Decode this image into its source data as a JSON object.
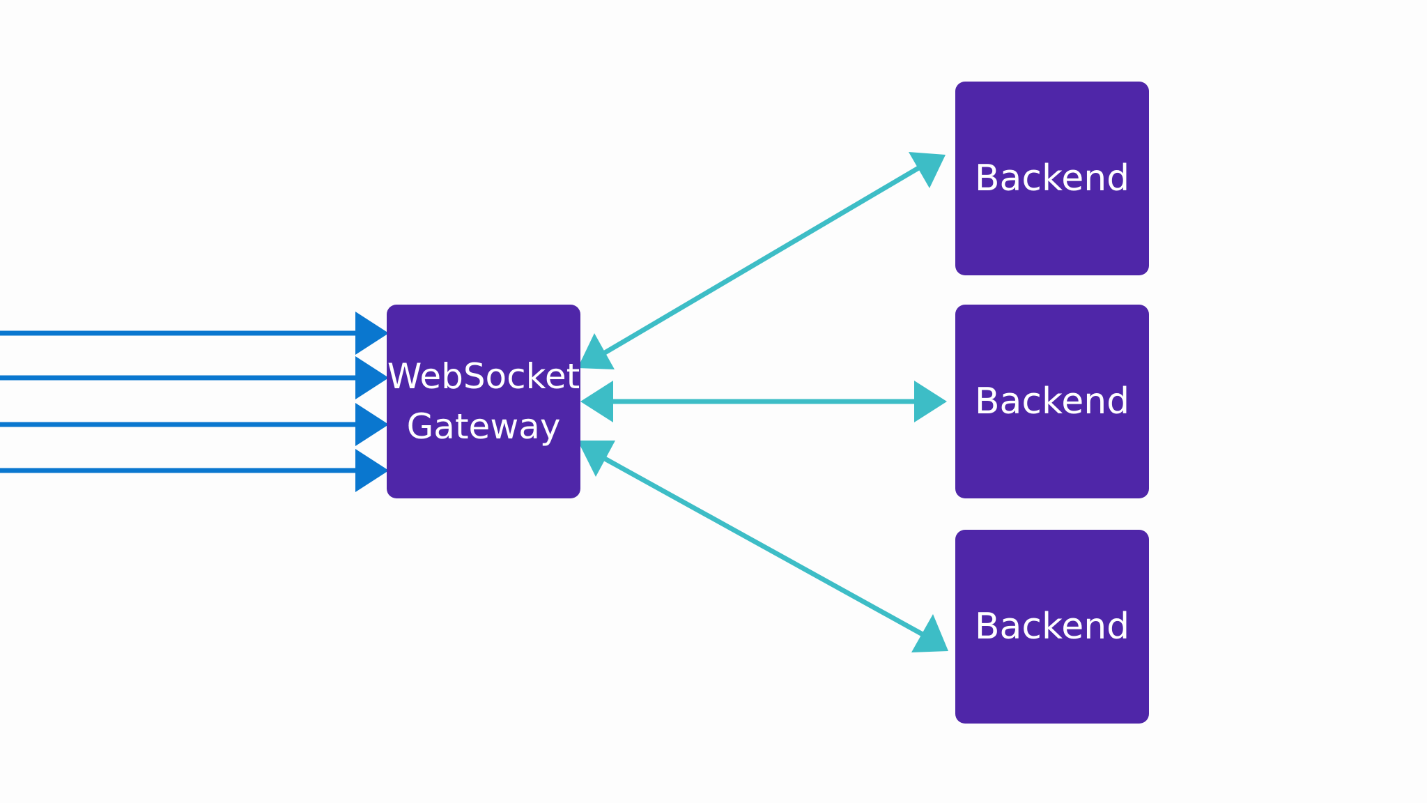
{
  "gateway": {
    "line1": "WebSocket",
    "line2": "Gateway"
  },
  "backends": [
    {
      "label": "Backend"
    },
    {
      "label": "Backend"
    },
    {
      "label": "Backend"
    }
  ],
  "client_connections": 4,
  "colors": {
    "node_fill": "#4f26a8",
    "node_text": "#ffffff",
    "client_arrow": "#0a77cf",
    "backend_arrow": "#3dbdc6",
    "background": "#fdfdfd"
  }
}
